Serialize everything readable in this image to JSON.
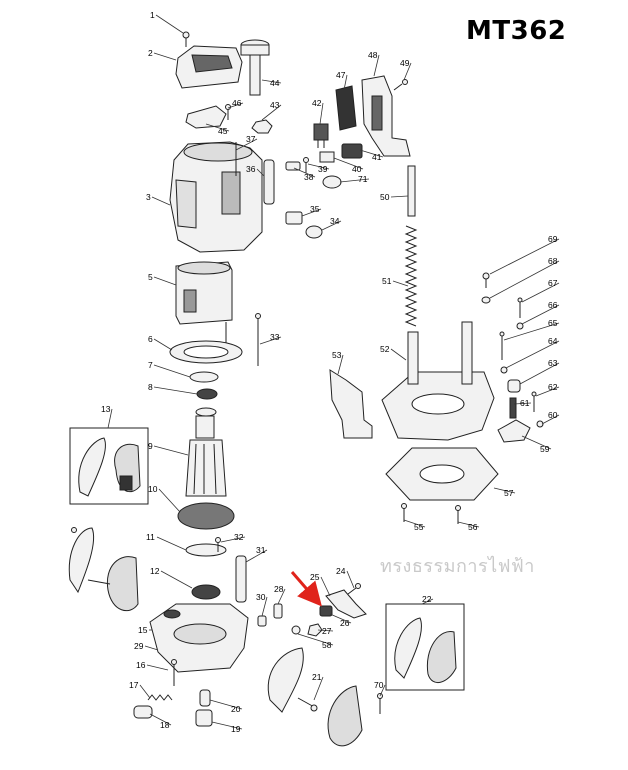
{
  "title": "MT362",
  "watermark": "ทรงธรรมการไฟฟ้า",
  "parts": [
    "1",
    "2",
    "3",
    "5",
    "6",
    "7",
    "8",
    "9",
    "10",
    "11",
    "12",
    "13",
    "15",
    "16",
    "17",
    "18",
    "19",
    "20",
    "21",
    "22",
    "24",
    "25",
    "26",
    "27",
    "28",
    "29",
    "30",
    "31",
    "32",
    "33",
    "34",
    "35",
    "36",
    "37",
    "38",
    "39",
    "40",
    "41",
    "42",
    "43",
    "44",
    "45",
    "46",
    "47",
    "48",
    "49",
    "50",
    "51",
    "52",
    "53",
    "55",
    "56",
    "57",
    "58",
    "59",
    "60",
    "61",
    "62",
    "63",
    "64",
    "65",
    "66",
    "67",
    "68",
    "69",
    "70",
    "71"
  ],
  "colors": {
    "line": "#222222",
    "arrow": "#e0231b",
    "part_fill": "#f2f2f2",
    "dark_fill": "#555555"
  }
}
